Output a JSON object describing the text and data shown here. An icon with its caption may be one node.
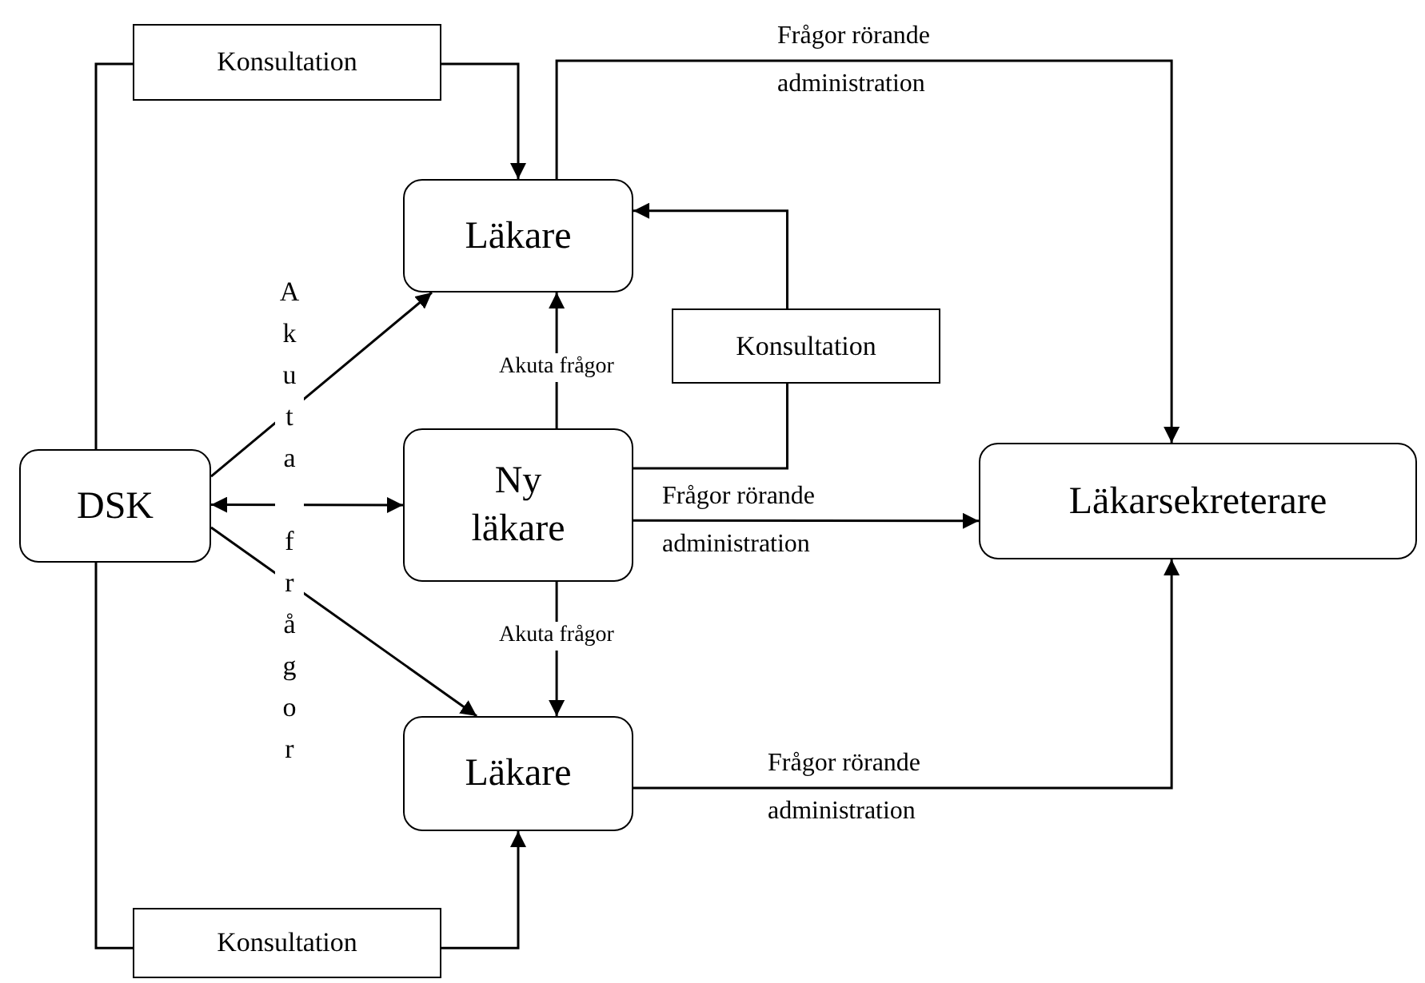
{
  "diagram": {
    "nodes": [
      {
        "text": [
          "Konsultation"
        ]
      },
      {
        "text": [
          "Läkare"
        ]
      },
      {
        "text": [
          "Konsultation"
        ]
      },
      {
        "text": [
          "DSK"
        ]
      },
      {
        "text": [
          "Ny läkare"
        ]
      },
      {
        "text": [
          "Läkarsekreterare"
        ]
      },
      {
        "text": [
          "Läkare"
        ]
      },
      {
        "text": [
          "Konsultation"
        ]
      }
    ],
    "edges": [
      {
        "from": 3,
        "to": 0,
        "arrow": "none"
      },
      {
        "from": 0,
        "to": 1,
        "arrow": "to"
      },
      {
        "from": 3,
        "to": 1,
        "arrow": "to"
      },
      {
        "from": 3,
        "to": 4,
        "arrow": "both"
      },
      {
        "from": 3,
        "to": 6,
        "arrow": "to"
      },
      {
        "from": 4,
        "to": 1,
        "arrow": "to",
        "label": "Akuta frågor"
      },
      {
        "from": 4,
        "to": 6,
        "arrow": "to",
        "label": "Akuta frågor"
      },
      {
        "from": 4,
        "to": 2,
        "arrow": "none"
      },
      {
        "from": 2,
        "to": 1,
        "arrow": "to"
      },
      {
        "from": 1,
        "to": 5,
        "arrow": "to",
        "label": "Frågor rörande administration"
      },
      {
        "from": 4,
        "to": 5,
        "arrow": "to",
        "label": "Frågor rörande administration"
      },
      {
        "from": 6,
        "to": 5,
        "arrow": "to",
        "label": "Frågor rörande administration"
      },
      {
        "from": 3,
        "to": 7,
        "arrow": "none"
      },
      {
        "from": 7,
        "to": 6,
        "arrow": "to"
      }
    ],
    "labels": [
      "Akuta frågor"
    ]
  }
}
